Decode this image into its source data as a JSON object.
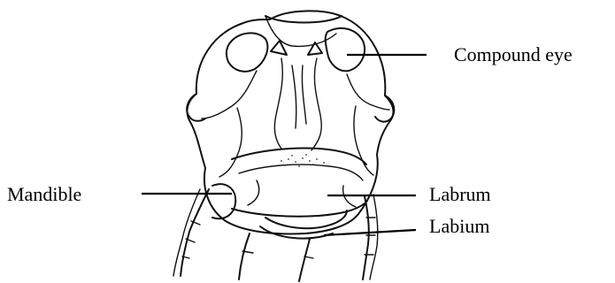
{
  "labels": {
    "compound_eye": "Compound eye",
    "mandible": "Mandible",
    "labrum": "Labrum",
    "labium": "Labium"
  },
  "colors": {
    "ink": "#111111",
    "background": "#ffffff"
  }
}
